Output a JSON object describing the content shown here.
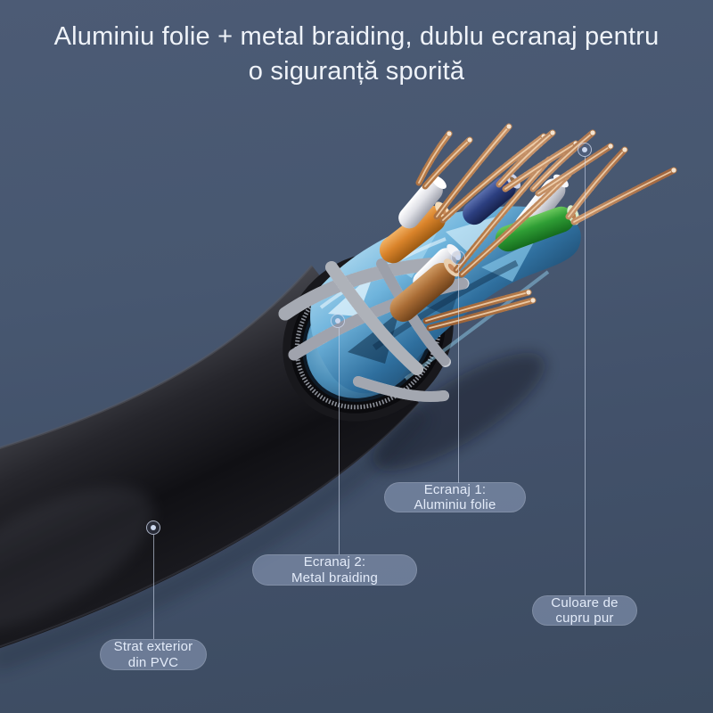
{
  "meta": {
    "language": "ro",
    "kind": "product-feature-image",
    "subject": "Sectiune cablu ethernet ecranat (shielded ethernet cable cutaway)"
  },
  "title": {
    "line1": "Aluminiu folie + metal braiding, dublu ecranaj pentru",
    "line2": "o siguranță sporită"
  },
  "callouts": [
    {
      "id": "shield-1-foil",
      "line1": "Ecranaj 1:",
      "line2": "Aluminiu folie"
    },
    {
      "id": "shield-2-braiding",
      "line1": "Ecranaj 2:",
      "line2": "Metal braiding"
    },
    {
      "id": "pure-copper",
      "line1": "Culoare de",
      "line2": "cupru pur"
    },
    {
      "id": "pvc-jacket",
      "line1": "Strat exterior",
      "line2": "din PVC"
    }
  ],
  "illustration": {
    "parts": [
      "PVC outer jacket",
      "metal braiding shield",
      "aluminium foil shield",
      "twisted pure-copper pairs",
      "colored wire insulation"
    ],
    "wire_insulation_colors": [
      "white",
      "orange",
      "navy-blue",
      "green",
      "brown"
    ]
  },
  "colors": {
    "background_top": "#4c5b75",
    "background_bottom": "#3c4b60",
    "title_text": "#eff3f9",
    "pill_bg": "rgba(166,182,214,0.44)",
    "pill_text": "#e3ebf9",
    "leader_line": "rgba(205,216,238,0.62)",
    "jacket_black": "#121216",
    "braid_silver": "#d3d6dd",
    "foil_blue": "#4d90ba",
    "copper": "#cf8f58",
    "orange": "#d9832a",
    "green": "#2f9e35",
    "navy": "#2c3f80",
    "brown": "#a96c35",
    "white_insulation": "#e3e4ea"
  }
}
